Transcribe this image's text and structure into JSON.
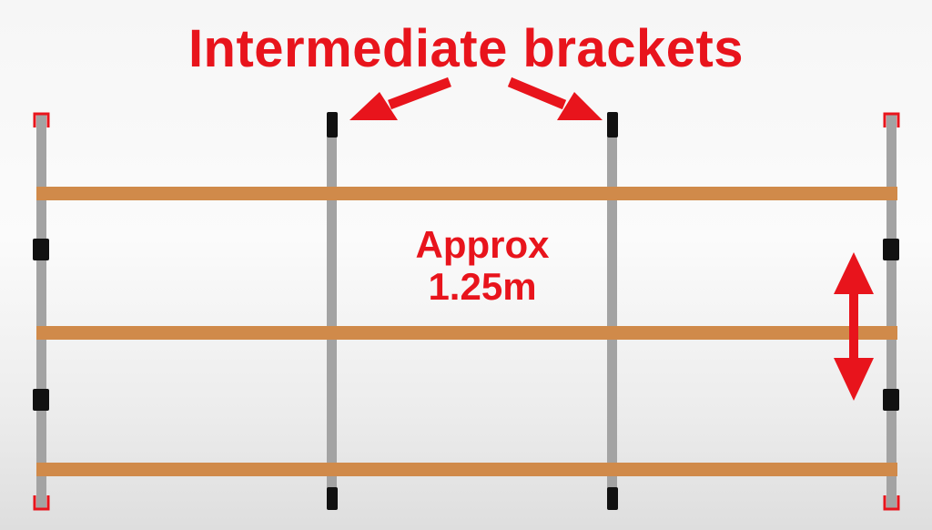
{
  "diagram": {
    "title": "Intermediate brackets",
    "measurement_label_line1": "Approx",
    "measurement_label_line2": "1.25m"
  },
  "colors": {
    "accent_red": "#e8141c",
    "upright": "#a3a3a3",
    "bracket": "#111111",
    "ledger": "#d08a4a",
    "end_cap": "#e8141c"
  }
}
